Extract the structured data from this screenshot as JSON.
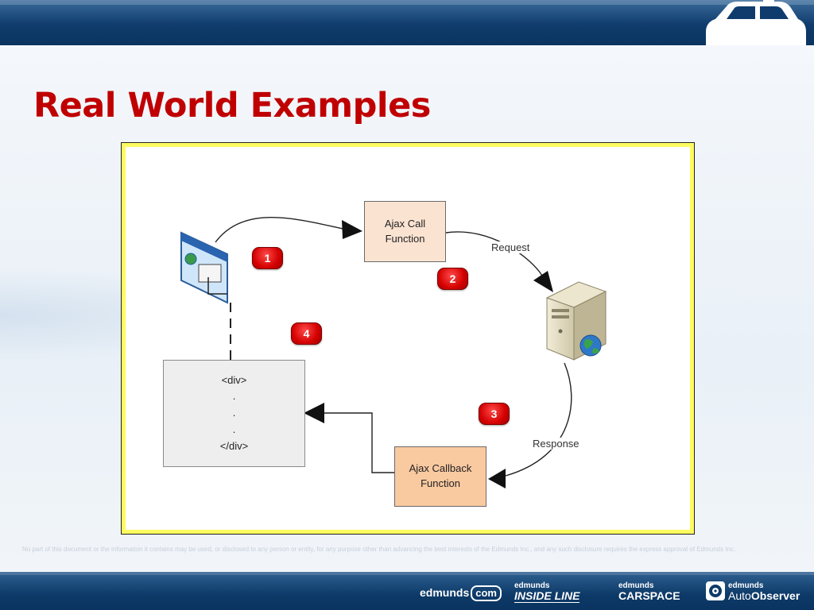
{
  "header": {
    "logo_icon": "car-silhouette-icon"
  },
  "slide": {
    "title": "Real World Examples",
    "diagram": {
      "ajax_call": [
        "Ajax Call",
        "Function"
      ],
      "ajax_callback": [
        "Ajax Callback",
        "Function"
      ],
      "div_box": [
        "<div>",
        ".",
        ".",
        ".",
        "</div>"
      ],
      "request_label": "Request",
      "response_label": "Response",
      "steps": [
        "1",
        "2",
        "3",
        "4"
      ],
      "icons": {
        "browser": "browser-window-icon",
        "server": "web-server-icon"
      }
    }
  },
  "footer": {
    "disclaimer": "No part of this document or the information it contains may be used, or disclosed to any person or entity, for any purpose other than advancing the best interests of the Edmunds Inc., and any such disclosure requires the express approval of Edmunds Inc.",
    "brands": {
      "edmunds_com": {
        "name": "edmunds",
        "suffix": "com"
      },
      "inside_line": {
        "top": "edmunds",
        "name": "INSIDE LINE"
      },
      "carspace": {
        "top": "edmunds",
        "name": "CARSPACE"
      },
      "auto_observer": {
        "top": "edmunds",
        "name_light": "Auto",
        "name_bold": "Observer"
      }
    }
  },
  "colors": {
    "title": "#c00000",
    "bar": "#0f3c6c",
    "frame": "#fdfb60",
    "step_badge": "#d40000"
  }
}
